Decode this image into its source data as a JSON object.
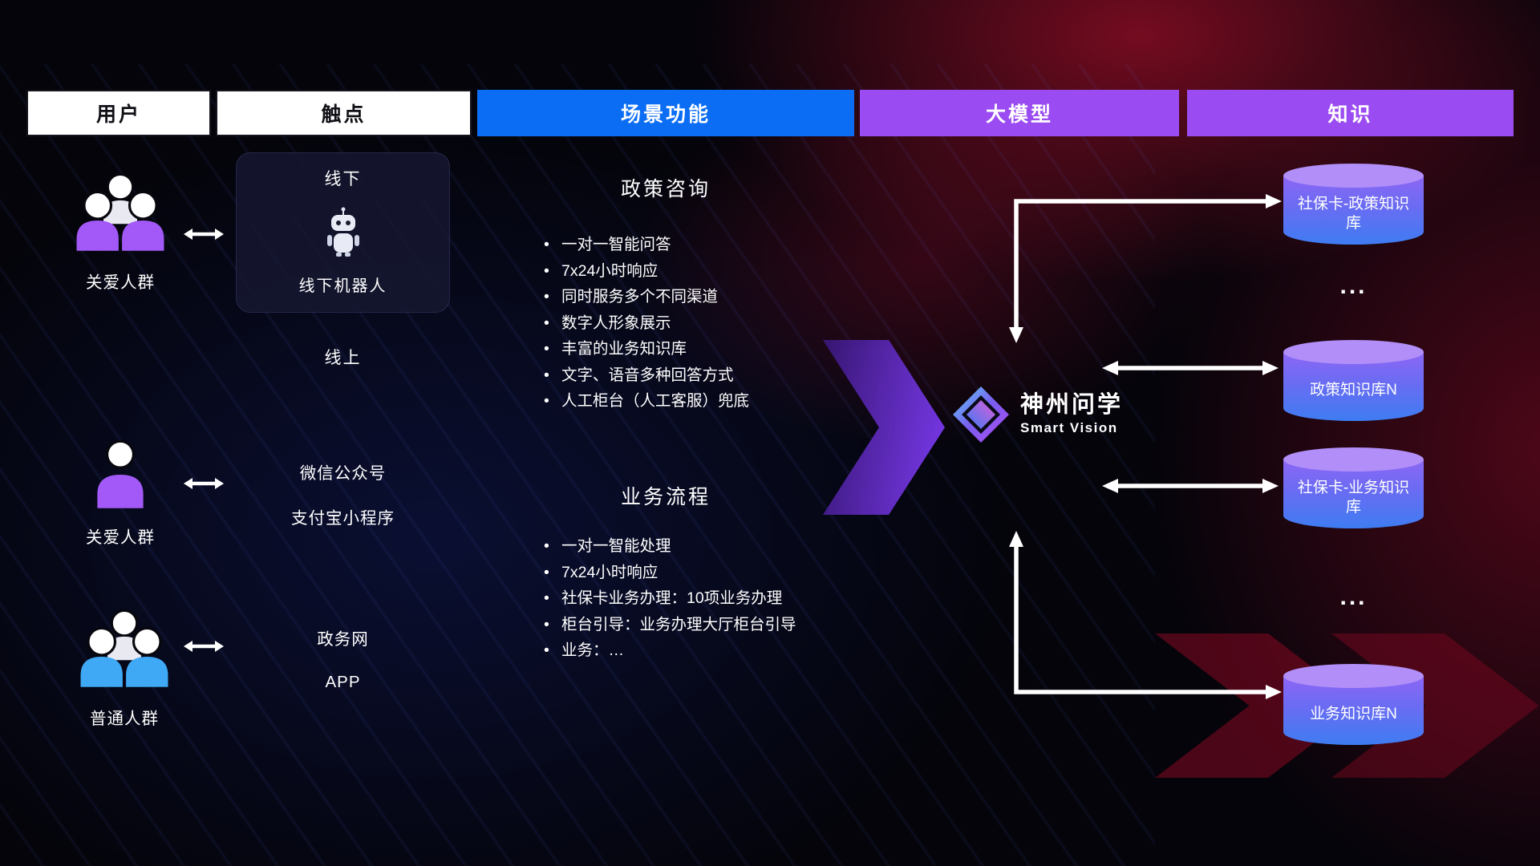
{
  "headers": {
    "user": "用户",
    "touchpoint": "触点",
    "scenario": "场景功能",
    "model": "大模型",
    "knowledge": "知识"
  },
  "users": [
    {
      "label": "关爱人群",
      "icon": "group",
      "color": "purple"
    },
    {
      "label": "关爱人群",
      "icon": "person",
      "color": "purple"
    },
    {
      "label": "普通人群",
      "icon": "group",
      "color": "blue"
    }
  ],
  "touchpoints": {
    "offline_title": "线下",
    "offline_robot": "线下机器人",
    "online_title": "线上",
    "online_items": [
      "微信公众号",
      "支付宝小程序"
    ],
    "gov_items": [
      "政务网",
      "APP"
    ]
  },
  "scenarios": [
    {
      "title": "政策咨询",
      "bullets": [
        "一对一智能问答",
        "7x24小时响应",
        "同时服务多个不同渠道",
        "数字人形象展示",
        "丰富的业务知识库",
        "文字、语音多种回答方式",
        "人工柜台（人工客服）兜底"
      ]
    },
    {
      "title": "业务流程",
      "bullets": [
        "一对一智能处理",
        "7x24小时响应",
        "社保卡业务办理：10项业务办理",
        "柜台引导：业务办理大厅柜台引导",
        "业务：…"
      ]
    }
  ],
  "model": {
    "name": "神州问学",
    "subtitle": "Smart Vision"
  },
  "knowledge": {
    "db1": "社保卡-政策知识库",
    "ellipsis1": "...",
    "db2": "政策知识库N",
    "db3": "社保卡-业务知识库",
    "ellipsis2": "...",
    "db4": "业务知识库N"
  },
  "colors": {
    "header_blue": "#0a6df4",
    "header_purple": "#9a4bf1",
    "person_purple": "#a259f7",
    "person_blue": "#3fa9f5",
    "cylinder_top": "#b18ef8",
    "cylinder_bottom": "#3e7cf2",
    "arrow_white": "#ffffff"
  }
}
